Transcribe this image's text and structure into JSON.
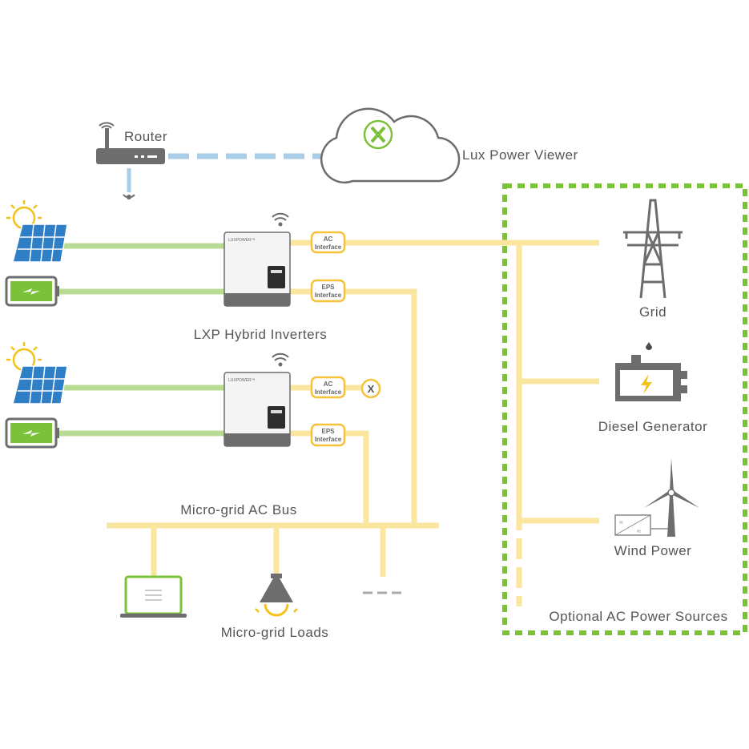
{
  "labels": {
    "router": "Router",
    "cloud": "Lux Power Viewer",
    "inverters": "LXP Hybrid Inverters",
    "ac_bus": "Micro-grid AC Bus",
    "loads": "Micro-grid Loads",
    "grid": "Grid",
    "generator": "Diesel Generator",
    "wind": "Wind Power",
    "optional": "Optional AC Power Sources"
  },
  "inverter": {
    "brand": "LUXPOWER™",
    "ac_interface": [
      "AC",
      "Interface"
    ],
    "eps_interface": [
      "EPS",
      "Interface"
    ],
    "disconnected_mark": "X"
  },
  "colors": {
    "ac_line": "#fbe6a0",
    "dc_line": "#b9dc94",
    "network_line": "#a8cde6",
    "optional_border": "#7cc13a",
    "accent_green": "#7cc13a",
    "icon_grey": "#6d6d6d"
  }
}
